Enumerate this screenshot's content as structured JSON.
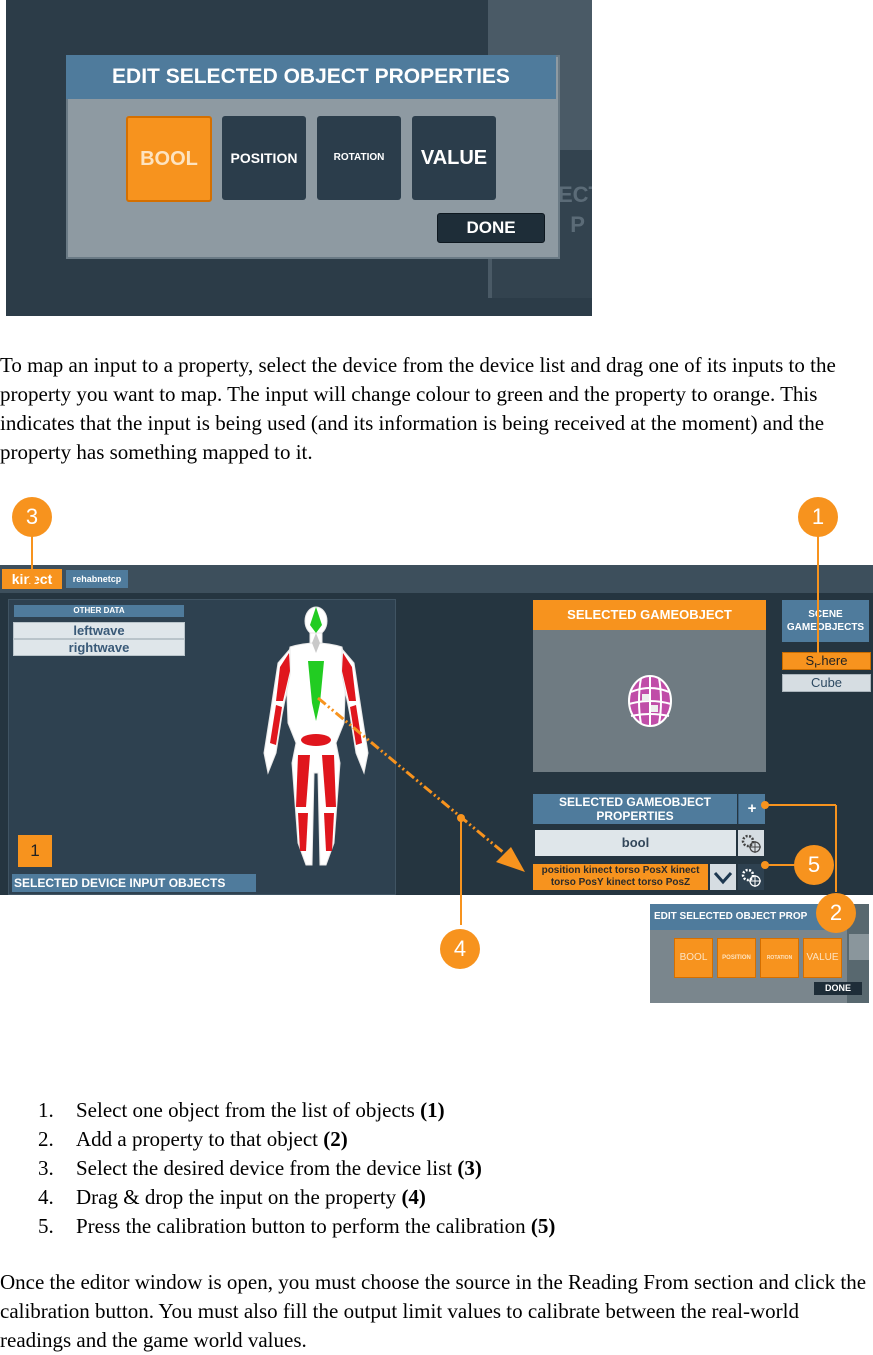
{
  "screenshot1": {
    "dialog_title": "EDIT SELECTED OBJECT PROPERTIES",
    "buttons": [
      "BOOL",
      "POSITION",
      "ROTATION",
      "VALUE"
    ],
    "done_label": "DONE",
    "ghost_text": "ECT\n  P",
    "colors": {
      "active": "#f7931e",
      "header": "#4f7b9c",
      "button": "#2b3d4b"
    }
  },
  "paragraph1": "To map an input to a property, select the device from the device list and drag one of its inputs to the property you want to map. The input will change colour to green and the property to orange. This indicates that the input is being used (and its information is being received at the moment) and the property has something mapped to it.",
  "screenshot2": {
    "device_tabs": [
      "kinect",
      "rehabnetcp"
    ],
    "other_data_label": "OTHER DATA",
    "inputs": [
      "leftwave",
      "rightwave"
    ],
    "count_badge": "1",
    "selected_device_inputs_label": "SELECTED DEVICE INPUT OBJECTS",
    "selected_gameobject_label": "SELECTED GAMEOBJECT",
    "scene_gameobjects_label": "SCENE GAMEOBJECTS",
    "scene_objects": [
      "Sphere",
      "Cube"
    ],
    "properties_label": "SELECTED GAMEOBJECT PROPERTIES",
    "add_label": "+",
    "properties": [
      "bool",
      "position kinect torso PosX kinect torso PosY kinect torso PosZ"
    ]
  },
  "screenshot3": {
    "dialog_title": "EDIT SELECTED OBJECT PROP",
    "buttons": [
      "BOOL",
      "POSITION",
      "ROTATION",
      "VALUE"
    ],
    "done_label": "DONE"
  },
  "callouts": [
    "3",
    "1",
    "5",
    "2",
    "4"
  ],
  "steps": [
    {
      "num": "1.",
      "text": "Select one object from the list of objects ",
      "ref": "(1)"
    },
    {
      "num": "2.",
      "text": "Add a property to that object ",
      "ref": "(2)"
    },
    {
      "num": "3.",
      "text": "Select the desired device from the device list ",
      "ref": "(3)"
    },
    {
      "num": "4.",
      "text": "Drag & drop the input on the property ",
      "ref": "(4)"
    },
    {
      "num": "5.",
      "text": "Press the calibration button to perform the calibration ",
      "ref": "(5)"
    }
  ],
  "paragraph2": "Once the editor window is open, you must choose the source in the Reading From section and click the calibration button. You must also fill the output limit values to calibrate between the real-world readings and the game world values."
}
